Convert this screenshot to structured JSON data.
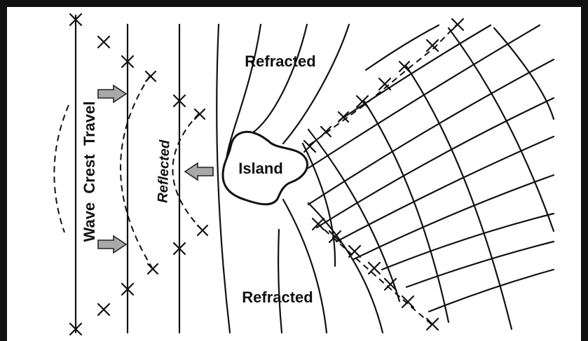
{
  "labels": {
    "refracted_top": "Refracted",
    "refracted_bottom": "Refracted",
    "island": "Island",
    "reflected": "Reflected",
    "wave_crest_travel": "Wave  Crest  Travel"
  },
  "colors": {
    "frame": "#111111",
    "line": "#111111",
    "arrow_fill": "#a8a8a8",
    "background": "#ffffff"
  }
}
